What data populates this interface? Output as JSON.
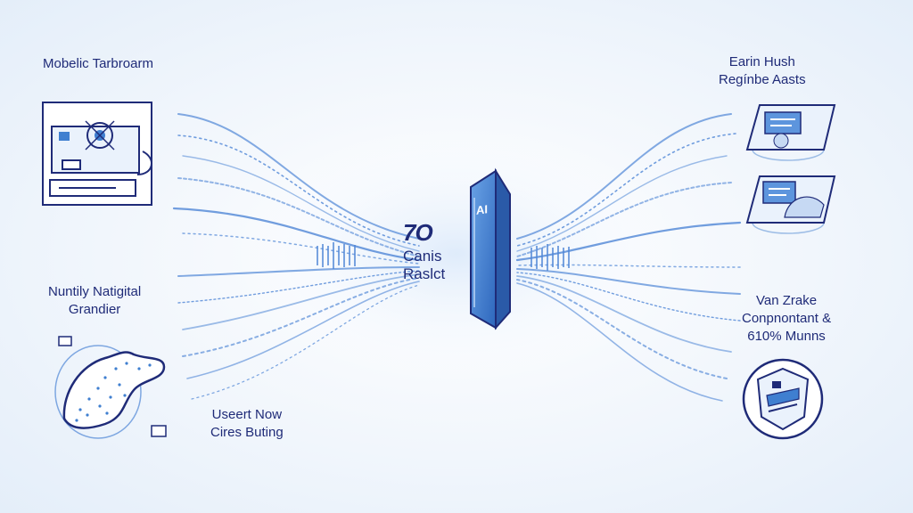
{
  "labels": {
    "top_left": "Mobelic Tarbroarm",
    "mid_left_line1": "Nuntily Natigital",
    "mid_left_line2": "Grandier",
    "bottom_left_line1": "Useert Now",
    "bottom_left_line2": "Cires Buting",
    "top_right_line1": "Earin Hush",
    "top_right_line2": "Regínbe Aasts",
    "mid_right_line1": "Van Zrake",
    "mid_right_line2": "Conpnontant &",
    "mid_right_line3": "610% Munns"
  },
  "center": {
    "logo": "7O",
    "line1": "Canis",
    "line2": "Raslct",
    "panel_tag": "AI"
  },
  "colors": {
    "ink": "#1f2b78",
    "wave": "#4f86d6",
    "panel": "#3f7fd0",
    "background": "#f1f6fc"
  },
  "icons": {
    "top_left": "computer-workstation-icon",
    "bottom_left": "brain-map-icon",
    "top_right_1": "document-card-icon",
    "top_right_2": "document-card-icon",
    "bottom_right": "shield-emblem-icon"
  }
}
